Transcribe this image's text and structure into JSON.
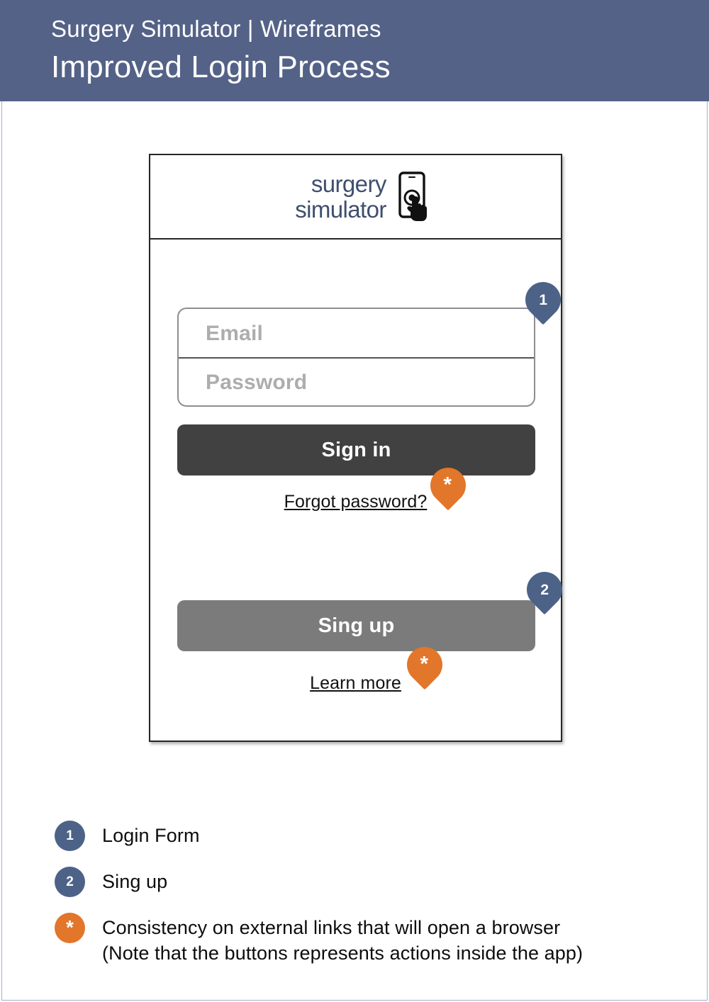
{
  "header": {
    "subtitle": "Surgery Simulator | Wireframes",
    "title": "Improved Login Process",
    "background_color": "#546287"
  },
  "logo": {
    "line1": "surgery",
    "line2": "simulator",
    "icon": "phone-touch-icon",
    "color": "#3f4f6e"
  },
  "form": {
    "email_placeholder": "Email",
    "password_placeholder": "Password",
    "email_value": "",
    "password_value": ""
  },
  "buttons": {
    "signin_label": "Sign in",
    "signin_color": "#414141",
    "signup_label": "Sing up",
    "signup_color": "#7b7b7b"
  },
  "links": {
    "forgot_label": "Forgot password?",
    "learn_label": "Learn more"
  },
  "markers": {
    "pin1": "1",
    "pin2": "2",
    "pin_asterisk_signin": "*",
    "pin_asterisk_signup": "*",
    "blue_color": "#4d6287",
    "orange_color": "#e2762a"
  },
  "legend": {
    "items": [
      {
        "badge": "1",
        "type": "number",
        "text": "Login Form",
        "text2": ""
      },
      {
        "badge": "2",
        "type": "number",
        "text": "Sing up",
        "text2": ""
      },
      {
        "badge": "*",
        "type": "asterisk",
        "text": "Consistency on external links that will open a browser",
        "text2": "(Note that the buttons represents actions inside the app)"
      }
    ]
  }
}
